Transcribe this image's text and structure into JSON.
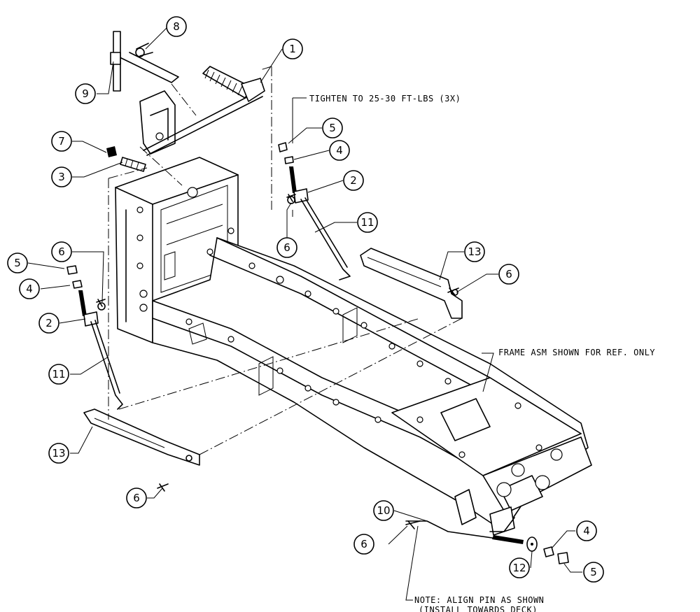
{
  "notes": {
    "tighten": "TIGHTEN TO 25-30 FT-LBS (3X)",
    "frame": "FRAME ASM SHOWN FOR REF. ONLY",
    "align_line1": "NOTE: ALIGN PIN AS SHOWN",
    "align_line2": "(INSTALL TOWARDS DECK)"
  },
  "callouts": [
    {
      "label": "8"
    },
    {
      "label": "1"
    },
    {
      "label": "9"
    },
    {
      "label": "5"
    },
    {
      "label": "7"
    },
    {
      "label": "4"
    },
    {
      "label": "3"
    },
    {
      "label": "2"
    },
    {
      "label": "11"
    },
    {
      "label": "6"
    },
    {
      "label": "6"
    },
    {
      "label": "5"
    },
    {
      "label": "13"
    },
    {
      "label": "6"
    },
    {
      "label": "4"
    },
    {
      "label": "2"
    },
    {
      "label": "11"
    },
    {
      "label": "13"
    },
    {
      "label": "6"
    },
    {
      "label": "10"
    },
    {
      "label": "4"
    },
    {
      "label": "6"
    },
    {
      "label": "12"
    },
    {
      "label": "5"
    }
  ]
}
